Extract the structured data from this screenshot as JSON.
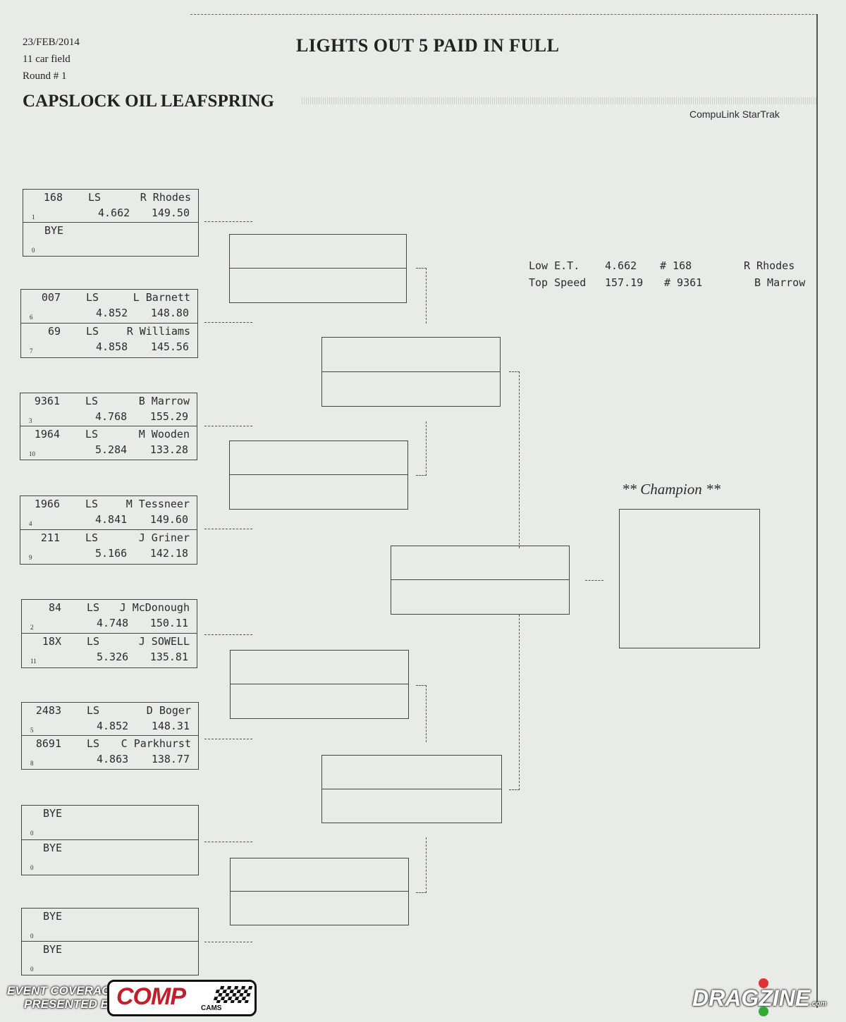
{
  "header": {
    "date": "23/FEB/2014",
    "field": "11 car field",
    "round": "Round # 1",
    "title": "LIGHTS OUT 5 PAID IN FULL",
    "class_title": "CAPSLOCK OIL LEAFSPRING",
    "software": "CompuLink StarTrak"
  },
  "stats": {
    "low_et": {
      "label": "Low  E.T.",
      "value": "4.662",
      "car": "# 168",
      "driver": "R Rhodes"
    },
    "top_speed": {
      "label": "Top Speed",
      "value": "157.19",
      "car": "# 9361",
      "driver": "B Marrow"
    }
  },
  "champion_label": "** Champion **",
  "round1": [
    {
      "a": {
        "num": "168",
        "cls": "LS",
        "driver": "R Rhodes",
        "et": "4.662",
        "mph": "149.50",
        "seed": "1"
      },
      "b": {
        "num": "BYE",
        "cls": "",
        "driver": "",
        "et": "",
        "mph": "",
        "seed": "0"
      }
    },
    {
      "a": {
        "num": "007",
        "cls": "LS",
        "driver": "L Barnett",
        "et": "4.852",
        "mph": "148.80",
        "seed": "6"
      },
      "b": {
        "num": "69",
        "cls": "LS",
        "driver": "R Williams",
        "et": "4.858",
        "mph": "145.56",
        "seed": "7"
      }
    },
    {
      "a": {
        "num": "9361",
        "cls": "LS",
        "driver": "B Marrow",
        "et": "4.768",
        "mph": "155.29",
        "seed": "3"
      },
      "b": {
        "num": "1964",
        "cls": "LS",
        "driver": "M Wooden",
        "et": "5.284",
        "mph": "133.28",
        "seed": "10"
      }
    },
    {
      "a": {
        "num": "1966",
        "cls": "LS",
        "driver": "M Tessneer",
        "et": "4.841",
        "mph": "149.60",
        "seed": "4"
      },
      "b": {
        "num": "211",
        "cls": "LS",
        "driver": "J Griner",
        "et": "5.166",
        "mph": "142.18",
        "seed": "9"
      }
    },
    {
      "a": {
        "num": "84",
        "cls": "LS",
        "driver": "J McDonough",
        "et": "4.748",
        "mph": "150.11",
        "seed": "2"
      },
      "b": {
        "num": "18X",
        "cls": "LS",
        "driver": "J SOWELL",
        "et": "5.326",
        "mph": "135.81",
        "seed": "11"
      }
    },
    {
      "a": {
        "num": "2483",
        "cls": "LS",
        "driver": "D Boger",
        "et": "4.852",
        "mph": "148.31",
        "seed": "5"
      },
      "b": {
        "num": "8691",
        "cls": "LS",
        "driver": "C Parkhurst",
        "et": "4.863",
        "mph": "138.77",
        "seed": "8"
      }
    },
    {
      "a": {
        "num": "BYE",
        "cls": "",
        "driver": "",
        "et": "",
        "mph": "",
        "seed": "0"
      },
      "b": {
        "num": "BYE",
        "cls": "",
        "driver": "",
        "et": "",
        "mph": "",
        "seed": "0"
      }
    },
    {
      "a": {
        "num": "BYE",
        "cls": "",
        "driver": "",
        "et": "",
        "mph": "",
        "seed": "0"
      },
      "b": {
        "num": "BYE",
        "cls": "",
        "driver": "",
        "et": "",
        "mph": "",
        "seed": "0"
      }
    }
  ],
  "watermarks": {
    "left_line1": "EVENT COVERAGE",
    "left_line2": "PRESENTED BY",
    "comp": "COMP",
    "cams": "CAMS",
    "dragzine": "DRAGZINE",
    "dragzine_suffix": ".com"
  }
}
